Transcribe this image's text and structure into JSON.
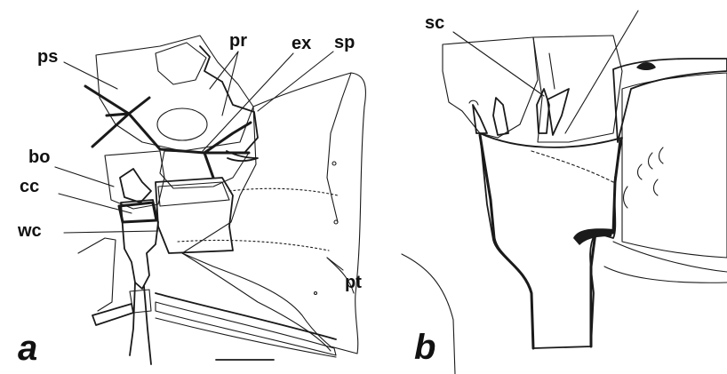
{
  "figure": {
    "panels": [
      {
        "id": "a",
        "label": "a",
        "structures": [
          "ps",
          "pr",
          "ex",
          "sp",
          "bo",
          "cc",
          "wc",
          "pt"
        ]
      },
      {
        "id": "b",
        "label": "b",
        "structures": [
          "sc"
        ]
      }
    ],
    "labels": {
      "ps": "ps",
      "pr": "pr",
      "ex": "ex",
      "sp": "sp",
      "bo": "bo",
      "cc": "cc",
      "wc": "wc",
      "pt": "pt",
      "sc": "sc"
    },
    "panel_labels": {
      "a": "a",
      "b": "b"
    },
    "colors": {
      "ink": "#1a1a1a",
      "background": "#ffffff"
    }
  }
}
